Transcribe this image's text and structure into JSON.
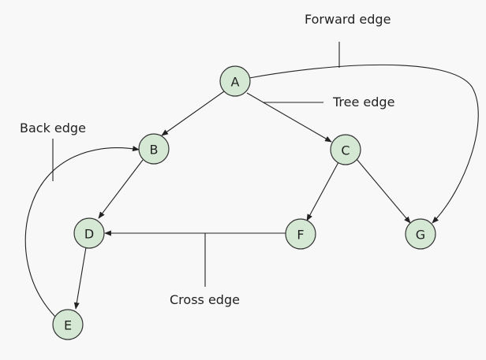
{
  "nodes": {
    "A": "A",
    "B": "B",
    "C": "C",
    "D": "D",
    "E": "E",
    "F": "F",
    "G": "G"
  },
  "annotations": {
    "forward_edge": "Forward edge",
    "tree_edge": "Tree edge",
    "back_edge": "Back edge",
    "cross_edge": "Cross edge"
  },
  "edges": [
    {
      "from": "A",
      "to": "B",
      "kind": "tree"
    },
    {
      "from": "A",
      "to": "C",
      "kind": "tree"
    },
    {
      "from": "B",
      "to": "D",
      "kind": "tree"
    },
    {
      "from": "D",
      "to": "E",
      "kind": "tree"
    },
    {
      "from": "C",
      "to": "F",
      "kind": "tree"
    },
    {
      "from": "C",
      "to": "G",
      "kind": "tree"
    },
    {
      "from": "A",
      "to": "G",
      "kind": "forward"
    },
    {
      "from": "E",
      "to": "B",
      "kind": "back"
    },
    {
      "from": "F",
      "to": "D",
      "kind": "cross"
    }
  ],
  "colors": {
    "node_fill": "#d5e8d4",
    "node_stroke": "#333333",
    "background": "#f8f8f8"
  }
}
